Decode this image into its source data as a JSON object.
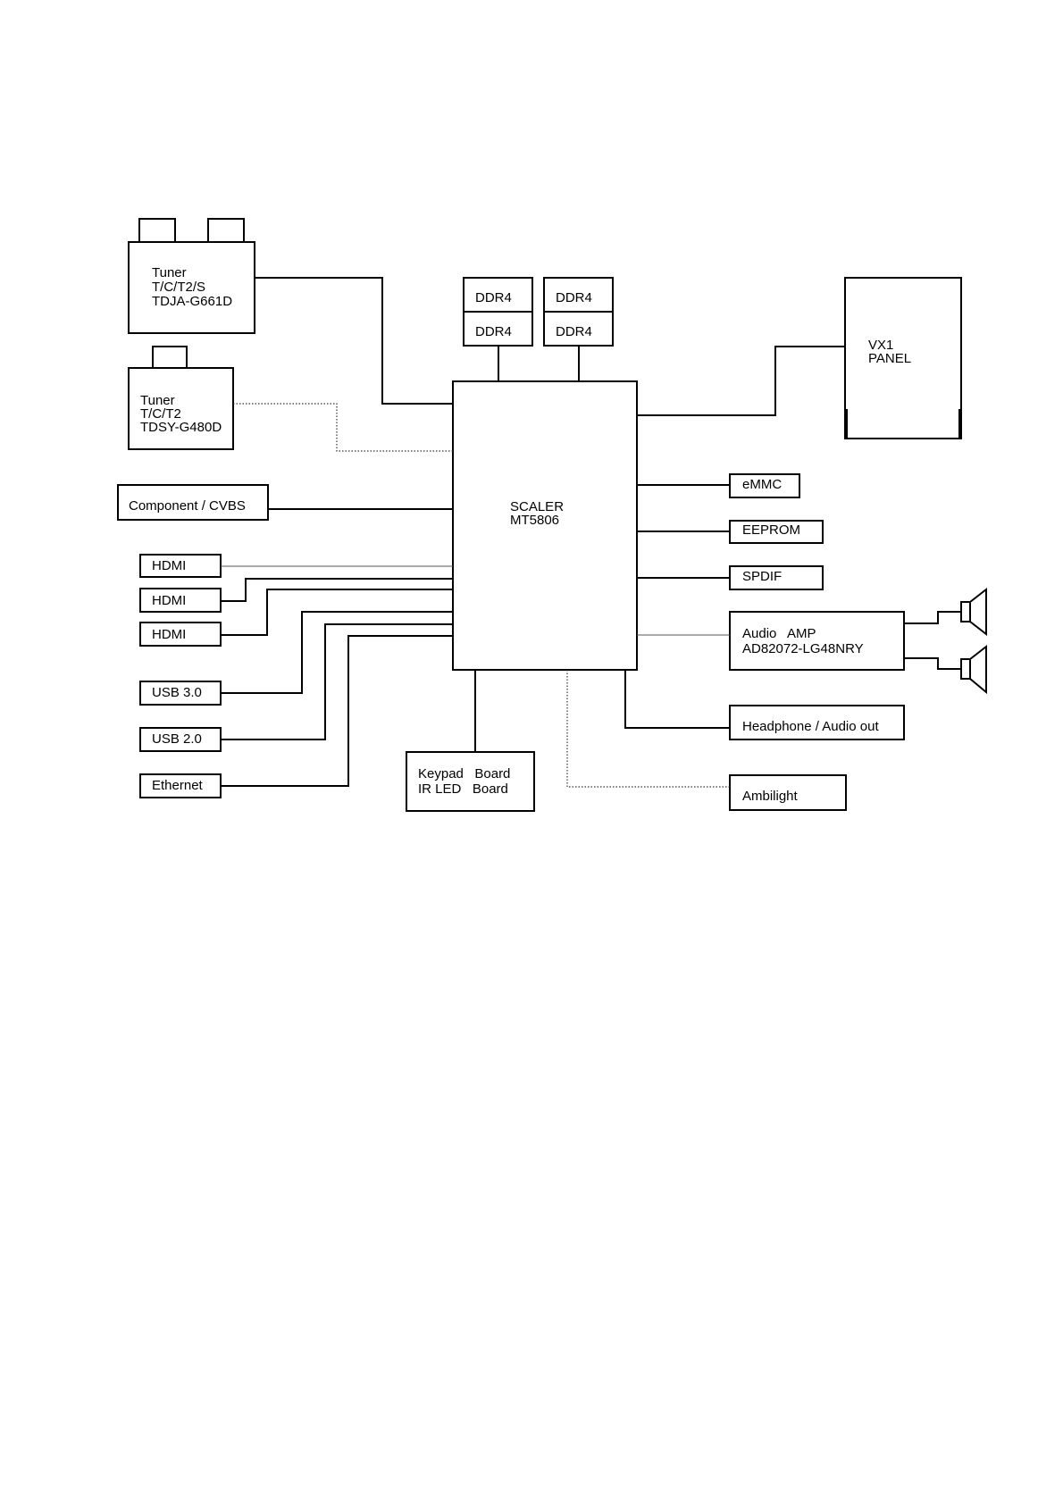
{
  "blocks": {
    "tuner1": {
      "lines": [
        "Tuner",
        "T/C/T2/S",
        "TDJA-G661D"
      ]
    },
    "tuner2": {
      "lines": [
        "Tuner",
        "T/C/T2",
        "TDSY-G480D"
      ]
    },
    "component": {
      "label": "Component / CVBS"
    },
    "hdmi1": {
      "label": "HDMI"
    },
    "hdmi2": {
      "label": "HDMI"
    },
    "hdmi3": {
      "label": "HDMI"
    },
    "usb3": {
      "label": "USB 3.0"
    },
    "usb2": {
      "label": "USB 2.0"
    },
    "ethernet": {
      "label": "Ethernet"
    },
    "ddr4_1a": {
      "label": "DDR4"
    },
    "ddr4_1b": {
      "label": "DDR4"
    },
    "ddr4_2a": {
      "label": "DDR4"
    },
    "ddr4_2b": {
      "label": "DDR4"
    },
    "scaler": {
      "lines": [
        "SCALER",
        "MT5806"
      ]
    },
    "panel": {
      "lines": [
        "VX1",
        "PANEL"
      ]
    },
    "emmc": {
      "label": "eMMC"
    },
    "eeprom": {
      "label": "EEPROM"
    },
    "spdif": {
      "label": "SPDIF"
    },
    "audio_amp": {
      "lines": [
        "Audio   AMP",
        "AD82072-LG48NRY"
      ]
    },
    "headphone": {
      "label": "Headphone / Audio out"
    },
    "keypad": {
      "lines": [
        "Keypad   Board",
        "IR LED   Board"
      ]
    },
    "ambilight": {
      "label": "Ambilight"
    }
  }
}
